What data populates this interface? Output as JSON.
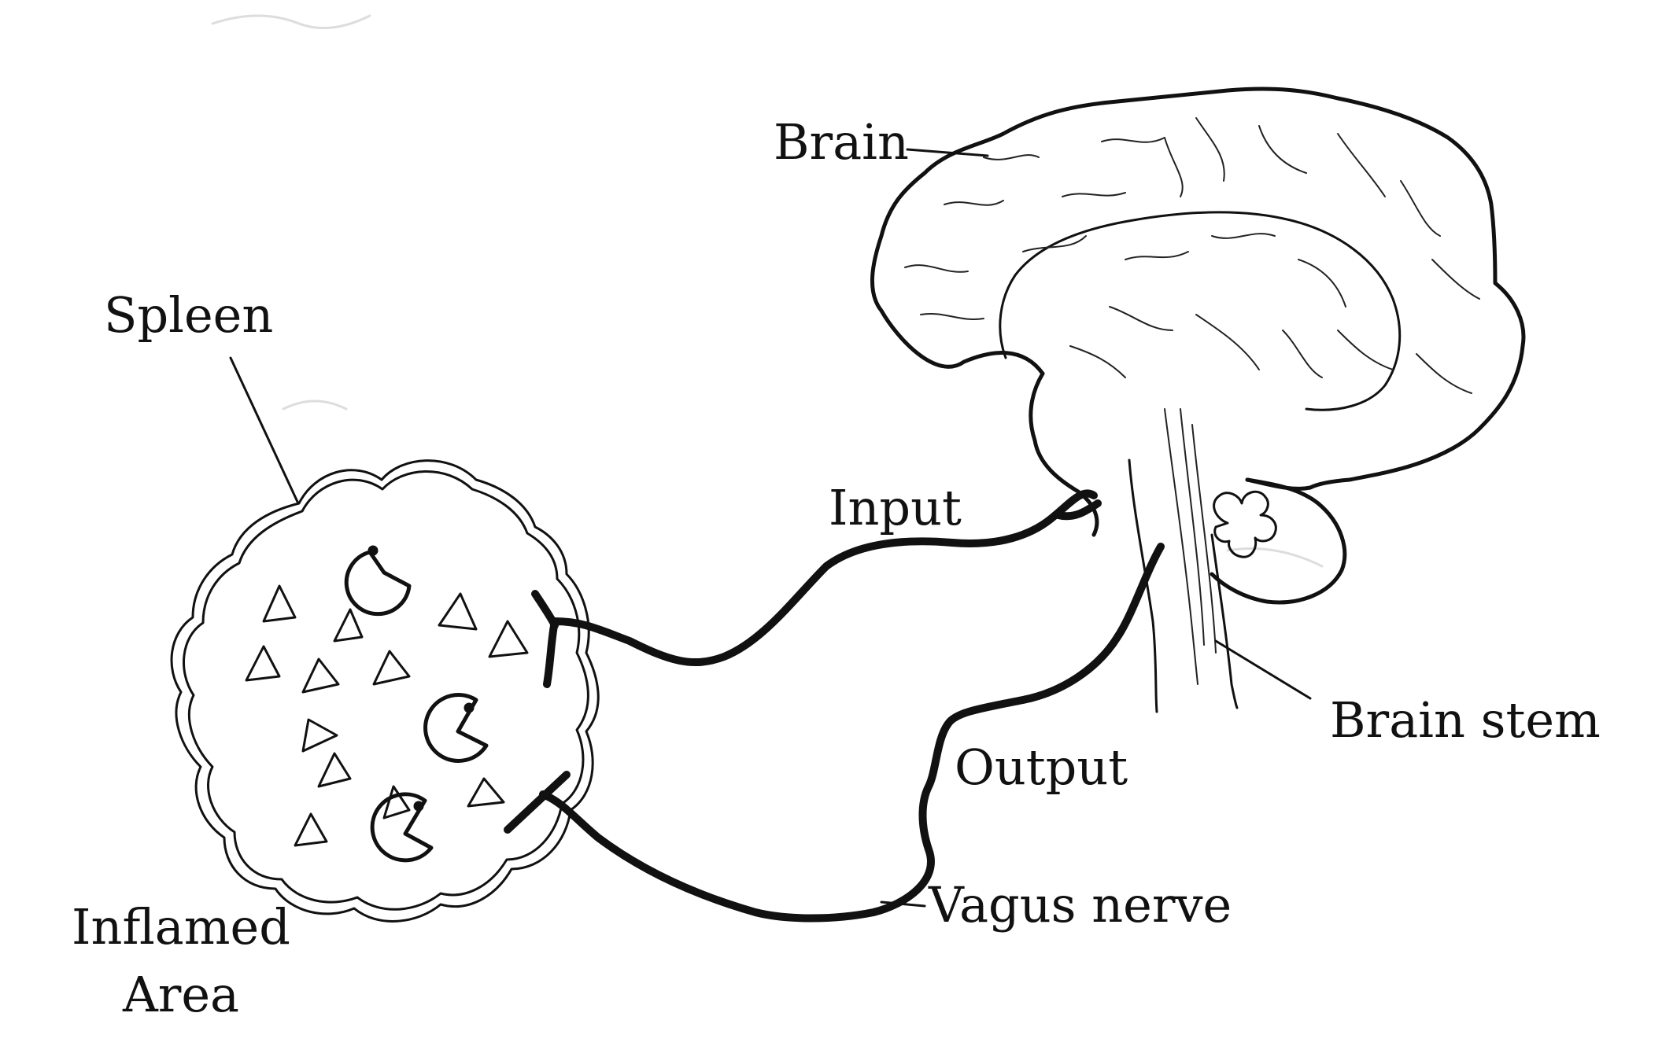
{
  "labels": {
    "brain": "Brain",
    "spleen": "Spleen",
    "input": "Input",
    "output": "Output",
    "brain_stem": "Brain stem",
    "vagus_nerve": "Vagus nerve",
    "inflamed_area_line1": "Inflamed",
    "inflamed_area_line2": "Area"
  },
  "icons": {
    "immune_cell": "pac-man-shaped-cell-icon",
    "inflammatory_particle": "triangle-icon"
  },
  "colors": {
    "ink": "#111111",
    "background": "#ffffff"
  }
}
